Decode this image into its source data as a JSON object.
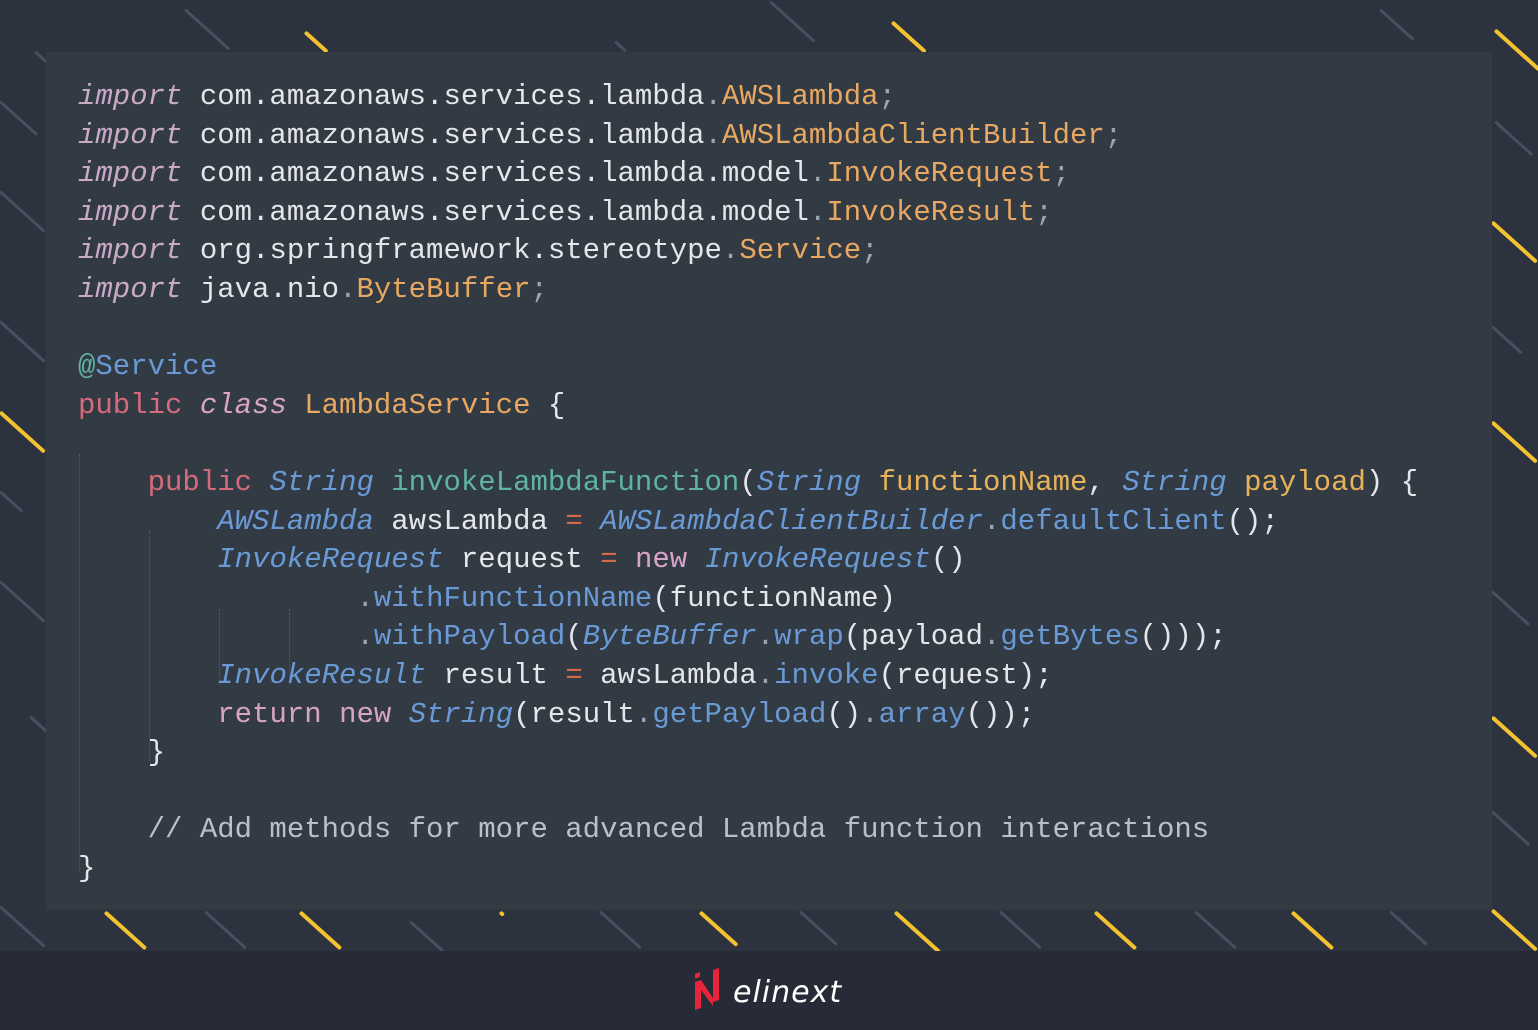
{
  "code": {
    "language": "java",
    "lines": [
      [
        {
          "t": "import",
          "c": "kw-import"
        },
        {
          "t": " com.amazonaws.services.lambda",
          "c": "plain"
        },
        {
          "t": ".",
          "c": "punct"
        },
        {
          "t": "AWSLambda",
          "c": "cls-type"
        },
        {
          "t": ";",
          "c": "punct"
        }
      ],
      [
        {
          "t": "import",
          "c": "kw-import"
        },
        {
          "t": " com.amazonaws.services.lambda",
          "c": "plain"
        },
        {
          "t": ".",
          "c": "punct"
        },
        {
          "t": "AWSLambdaClientBuilder",
          "c": "cls-type"
        },
        {
          "t": ";",
          "c": "punct"
        }
      ],
      [
        {
          "t": "import",
          "c": "kw-import"
        },
        {
          "t": " com.amazonaws.services.lambda.model",
          "c": "plain"
        },
        {
          "t": ".",
          "c": "punct"
        },
        {
          "t": "InvokeRequest",
          "c": "cls-type"
        },
        {
          "t": ";",
          "c": "punct"
        }
      ],
      [
        {
          "t": "import",
          "c": "kw-import"
        },
        {
          "t": " com.amazonaws.services.lambda.model",
          "c": "plain"
        },
        {
          "t": ".",
          "c": "punct"
        },
        {
          "t": "InvokeResult",
          "c": "cls-type"
        },
        {
          "t": ";",
          "c": "punct"
        }
      ],
      [
        {
          "t": "import",
          "c": "kw-import"
        },
        {
          "t": " org.springframework.stereotype",
          "c": "plain"
        },
        {
          "t": ".",
          "c": "punct"
        },
        {
          "t": "Service",
          "c": "cls-type"
        },
        {
          "t": ";",
          "c": "punct"
        }
      ],
      [
        {
          "t": "import",
          "c": "kw-import"
        },
        {
          "t": " java.nio",
          "c": "plain"
        },
        {
          "t": ".",
          "c": "punct"
        },
        {
          "t": "ByteBuffer",
          "c": "cls-type"
        },
        {
          "t": ";",
          "c": "punct"
        }
      ],
      [],
      [
        {
          "t": "@",
          "c": "ann"
        },
        {
          "t": "Service",
          "c": "ann-name"
        }
      ],
      [
        {
          "t": "public",
          "c": "kw"
        },
        {
          "t": " ",
          "c": "plain"
        },
        {
          "t": "class",
          "c": "kw2 it"
        },
        {
          "t": " ",
          "c": "plain"
        },
        {
          "t": "LambdaService",
          "c": "classname"
        },
        {
          "t": " {",
          "c": "plain"
        }
      ],
      [],
      [
        {
          "t": "    ",
          "c": "plain"
        },
        {
          "t": "public",
          "c": "kw"
        },
        {
          "t": " ",
          "c": "plain"
        },
        {
          "t": "String",
          "c": "type"
        },
        {
          "t": " ",
          "c": "plain"
        },
        {
          "t": "invokeLambdaFunction",
          "c": "fn"
        },
        {
          "t": "(",
          "c": "plain"
        },
        {
          "t": "String",
          "c": "type"
        },
        {
          "t": " ",
          "c": "plain"
        },
        {
          "t": "functionName",
          "c": "param"
        },
        {
          "t": ", ",
          "c": "plain"
        },
        {
          "t": "String",
          "c": "type"
        },
        {
          "t": " ",
          "c": "plain"
        },
        {
          "t": "payload",
          "c": "param"
        },
        {
          "t": ") {",
          "c": "plain"
        }
      ],
      [
        {
          "t": "        ",
          "c": "plain"
        },
        {
          "t": "AWSLambda",
          "c": "type"
        },
        {
          "t": " awsLambda ",
          "c": "plain"
        },
        {
          "t": "=",
          "c": "op"
        },
        {
          "t": " ",
          "c": "plain"
        },
        {
          "t": "AWSLambdaClientBuilder",
          "c": "type"
        },
        {
          "t": ".",
          "c": "punct"
        },
        {
          "t": "defaultClient",
          "c": "method"
        },
        {
          "t": "();",
          "c": "plain"
        }
      ],
      [
        {
          "t": "        ",
          "c": "plain"
        },
        {
          "t": "InvokeRequest",
          "c": "type"
        },
        {
          "t": " request ",
          "c": "plain"
        },
        {
          "t": "=",
          "c": "op"
        },
        {
          "t": " ",
          "c": "plain"
        },
        {
          "t": "new",
          "c": "kw2"
        },
        {
          "t": " ",
          "c": "plain"
        },
        {
          "t": "InvokeRequest",
          "c": "type"
        },
        {
          "t": "()",
          "c": "plain"
        }
      ],
      [
        {
          "t": "                ",
          "c": "plain"
        },
        {
          "t": ".",
          "c": "punct"
        },
        {
          "t": "withFunctionName",
          "c": "method"
        },
        {
          "t": "(functionName)",
          "c": "plain"
        }
      ],
      [
        {
          "t": "                ",
          "c": "plain"
        },
        {
          "t": ".",
          "c": "punct"
        },
        {
          "t": "withPayload",
          "c": "method"
        },
        {
          "t": "(",
          "c": "plain"
        },
        {
          "t": "ByteBuffer",
          "c": "type"
        },
        {
          "t": ".",
          "c": "punct"
        },
        {
          "t": "wrap",
          "c": "method"
        },
        {
          "t": "(payload",
          "c": "plain"
        },
        {
          "t": ".",
          "c": "punct"
        },
        {
          "t": "getBytes",
          "c": "method"
        },
        {
          "t": "()));",
          "c": "plain"
        }
      ],
      [
        {
          "t": "        ",
          "c": "plain"
        },
        {
          "t": "InvokeResult",
          "c": "type"
        },
        {
          "t": " result ",
          "c": "plain"
        },
        {
          "t": "=",
          "c": "op"
        },
        {
          "t": " awsLambda",
          "c": "plain"
        },
        {
          "t": ".",
          "c": "punct"
        },
        {
          "t": "invoke",
          "c": "method"
        },
        {
          "t": "(request);",
          "c": "plain"
        }
      ],
      [
        {
          "t": "        ",
          "c": "plain"
        },
        {
          "t": "return",
          "c": "kw2"
        },
        {
          "t": " ",
          "c": "plain"
        },
        {
          "t": "new",
          "c": "kw2"
        },
        {
          "t": " ",
          "c": "plain"
        },
        {
          "t": "String",
          "c": "type"
        },
        {
          "t": "(result",
          "c": "plain"
        },
        {
          "t": ".",
          "c": "punct"
        },
        {
          "t": "getPayload",
          "c": "method"
        },
        {
          "t": "()",
          "c": "plain"
        },
        {
          "t": ".",
          "c": "punct"
        },
        {
          "t": "array",
          "c": "method"
        },
        {
          "t": "());",
          "c": "plain"
        }
      ],
      [
        {
          "t": "    }",
          "c": "plain"
        }
      ],
      [],
      [
        {
          "t": "    // Add methods for more advanced Lambda function interactions",
          "c": "comment"
        }
      ],
      [
        {
          "t": "}",
          "c": "plain"
        }
      ]
    ]
  },
  "brand": {
    "name": "elinext",
    "mark_color": "#e8243c"
  },
  "colors": {
    "background": "#2c323e",
    "panel": "#323a44",
    "footer": "#262b37",
    "accent_stripe": "#f2c230",
    "muted_stripe": "#47505f"
  }
}
